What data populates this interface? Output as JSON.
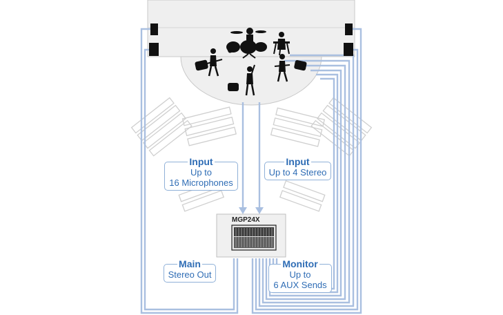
{
  "mixer": {
    "model": "MGP24X"
  },
  "labels": {
    "input_mics": {
      "title": "Input",
      "line1": "Up to",
      "line2": "16 Microphones"
    },
    "input_stereo": {
      "title": "Input",
      "line1": "Up to 4 Stereo"
    },
    "main": {
      "title": "Main",
      "line1": "Stereo Out"
    },
    "monitor": {
      "title": "Monitor",
      "line1": "Up to",
      "line2": "6 AUX Sends"
    }
  },
  "colors": {
    "cable": "#a9bfe0",
    "label_text": "#2f6db5",
    "label_border": "#8fb0d8",
    "stage_fill": "#efefef",
    "silhouette": "#111111"
  }
}
